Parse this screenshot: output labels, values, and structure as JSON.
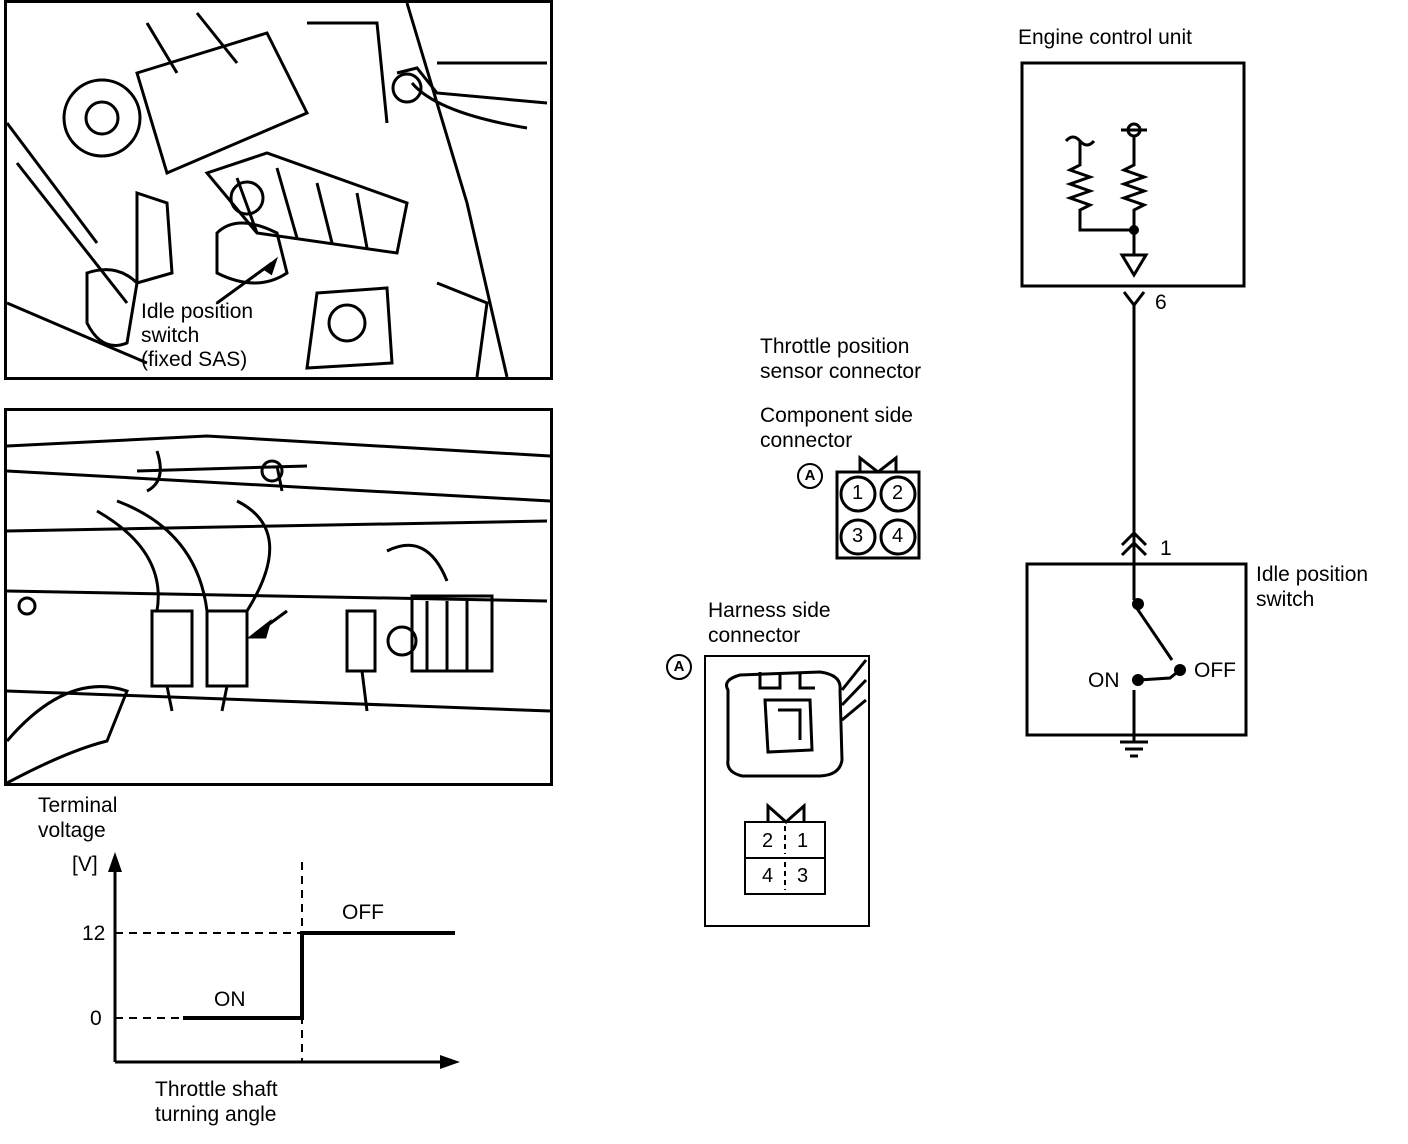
{
  "photo1": {
    "callout": [
      "Idle position",
      "switch",
      "(fixed SAS)"
    ]
  },
  "connector": {
    "title": [
      "Throttle position",
      "sensor connector"
    ],
    "component_label": [
      "Component side",
      "connector"
    ],
    "marker": "A",
    "component_pins": [
      "1",
      "2",
      "3",
      "4"
    ],
    "harness_label": [
      "Harness side",
      "connector"
    ],
    "harness_pins": [
      "2",
      "1",
      "4",
      "3"
    ]
  },
  "circuit": {
    "ecu_label": "Engine control unit",
    "ecu_terminal": "6",
    "switch_terminal": "1",
    "switch_label": [
      "Idle position",
      "switch"
    ],
    "on_label": "ON",
    "off_label": "OFF"
  },
  "chart_data": {
    "type": "line",
    "title": "",
    "ylabel": [
      "Terminal",
      "voltage"
    ],
    "yunit": "[V]",
    "xlabel": [
      "Throttle",
      "shaft",
      "turning angle"
    ],
    "yticks": [
      0,
      12
    ],
    "annotations": [
      "ON",
      "OFF"
    ],
    "series": [
      {
        "points": [
          [
            0.2,
            0
          ],
          [
            0.55,
            0
          ],
          [
            0.55,
            12
          ],
          [
            1.0,
            12
          ]
        ]
      }
    ]
  }
}
